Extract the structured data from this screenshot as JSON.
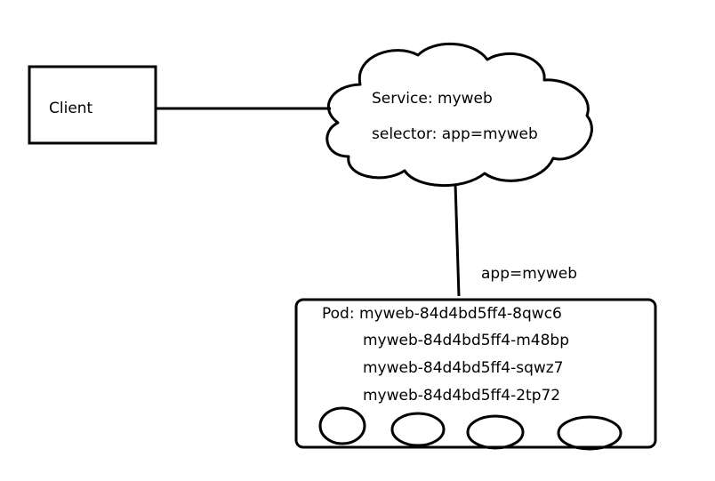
{
  "client": {
    "label": "Client"
  },
  "service": {
    "name_line": "Service: myweb",
    "selector_line": "selector: app=myweb"
  },
  "connection": {
    "label": "app=myweb"
  },
  "pods": {
    "items": [
      "Pod: myweb-84d4bd5ff4-8qwc6",
      "myweb-84d4bd5ff4-m48bp",
      "myweb-84d4bd5ff4-sqwz7",
      "myweb-84d4bd5ff4-2tp72"
    ]
  },
  "colors": {
    "stroke": "#000000",
    "background": "#ffffff"
  }
}
